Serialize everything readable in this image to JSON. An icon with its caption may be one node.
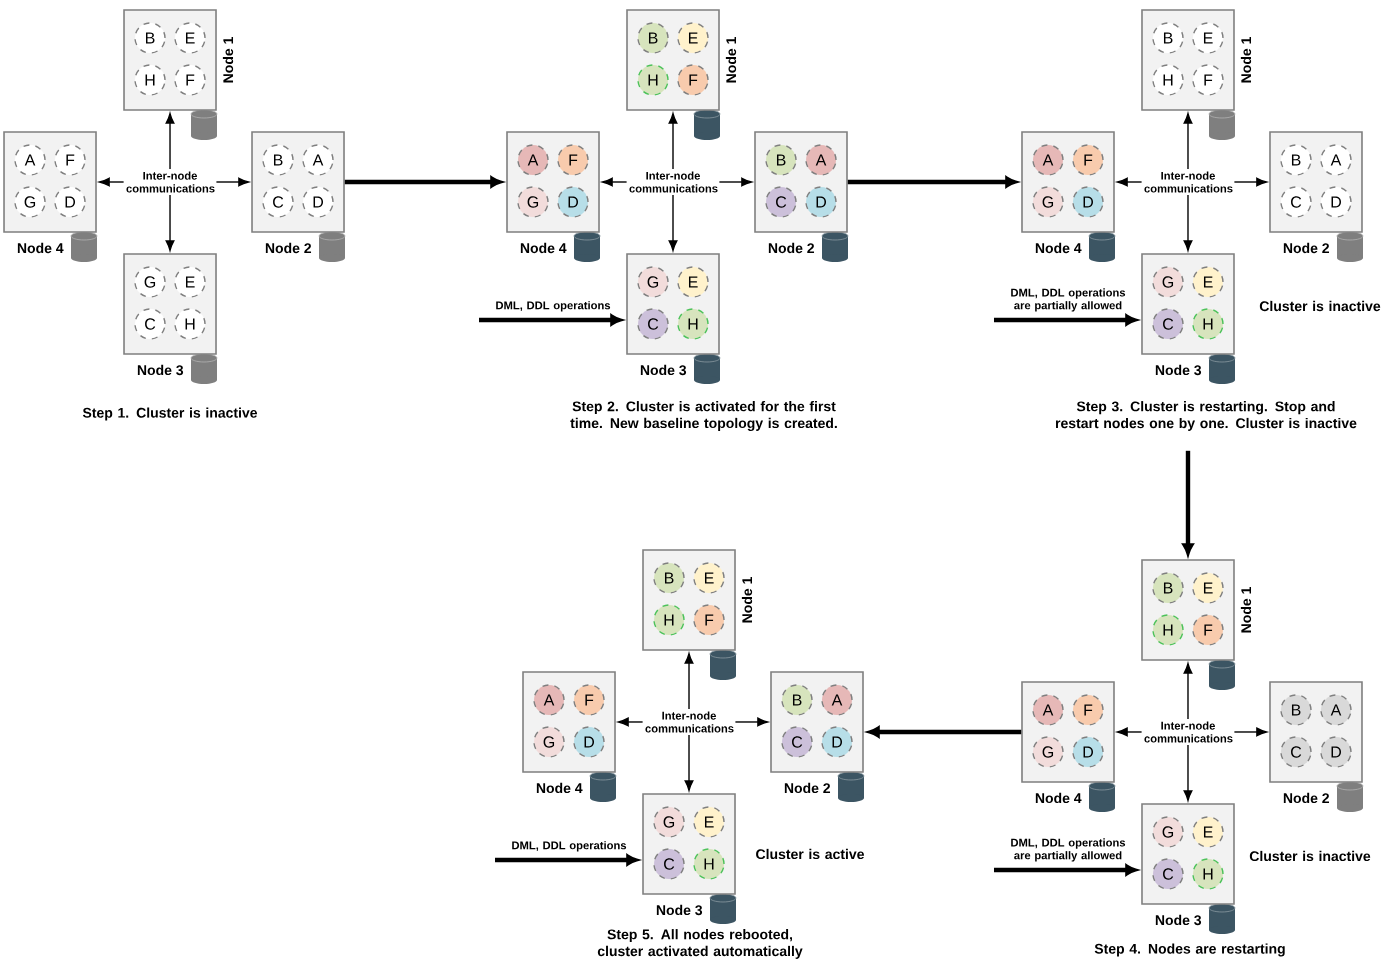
{
  "diagram": {
    "nodes": [
      {
        "text": [
          "Node 1"
        ]
      },
      {
        "text": [
          "B"
        ],
        "in": 0
      },
      {
        "text": [
          "E"
        ],
        "in": 0
      },
      {
        "text": [
          "H"
        ],
        "in": 0
      },
      {
        "text": [
          "F"
        ],
        "in": 0
      },
      {
        "text": [
          "Node 4"
        ]
      },
      {
        "text": [
          "A"
        ],
        "in": 5
      },
      {
        "text": [
          "F"
        ],
        "in": 5
      },
      {
        "text": [
          "G"
        ],
        "in": 5
      },
      {
        "text": [
          "D"
        ],
        "in": 5
      },
      {
        "text": [
          "Inter-node communications"
        ]
      },
      {
        "text": [
          "Node 2"
        ]
      },
      {
        "text": [
          "B"
        ],
        "in": 11
      },
      {
        "text": [
          "A"
        ],
        "in": 11
      },
      {
        "text": [
          "C"
        ],
        "in": 11
      },
      {
        "text": [
          "D"
        ],
        "in": 11
      },
      {
        "text": [
          "Node 3"
        ]
      },
      {
        "text": [
          "G"
        ],
        "in": 16
      },
      {
        "text": [
          "E"
        ],
        "in": 16
      },
      {
        "text": [
          "C"
        ],
        "in": 16
      },
      {
        "text": [
          "H"
        ],
        "in": 16
      },
      {
        "text": [
          "Node 1"
        ]
      },
      {
        "text": [
          "B"
        ],
        "in": 21
      },
      {
        "text": [
          "E"
        ],
        "in": 21
      },
      {
        "text": [
          "H"
        ],
        "in": 21
      },
      {
        "text": [
          "F"
        ],
        "in": 21
      },
      {
        "text": [
          "Node 4"
        ]
      },
      {
        "text": [
          "A"
        ],
        "in": 26
      },
      {
        "text": [
          "F"
        ],
        "in": 26
      },
      {
        "text": [
          "G"
        ],
        "in": 26
      },
      {
        "text": [
          "D"
        ],
        "in": 26
      },
      {
        "text": [
          "Inter-node communications"
        ]
      },
      {
        "text": [
          "Node 2"
        ]
      },
      {
        "text": [
          "B"
        ],
        "in": 32
      },
      {
        "text": [
          "A"
        ],
        "in": 32
      },
      {
        "text": [
          "C"
        ],
        "in": 32
      },
      {
        "text": [
          "D"
        ],
        "in": 32
      },
      {
        "text": [
          "Node 3"
        ]
      },
      {
        "text": [
          "G"
        ],
        "in": 37
      },
      {
        "text": [
          "E"
        ],
        "in": 37
      },
      {
        "text": [
          "C"
        ],
        "in": 37
      },
      {
        "text": [
          "H"
        ],
        "in": 37
      },
      {
        "text": [
          "Node 1"
        ]
      },
      {
        "text": [
          "B"
        ],
        "in": 42
      },
      {
        "text": [
          "E"
        ],
        "in": 42
      },
      {
        "text": [
          "H"
        ],
        "in": 42
      },
      {
        "text": [
          "F"
        ],
        "in": 42
      },
      {
        "text": [
          "Node 4"
        ]
      },
      {
        "text": [
          "A"
        ],
        "in": 47
      },
      {
        "text": [
          "F"
        ],
        "in": 47
      },
      {
        "text": [
          "G"
        ],
        "in": 47
      },
      {
        "text": [
          "D"
        ],
        "in": 47
      },
      {
        "text": [
          "Inter-node communications"
        ]
      },
      {
        "text": [
          "Node 2"
        ]
      },
      {
        "text": [
          "B"
        ],
        "in": 53
      },
      {
        "text": [
          "A"
        ],
        "in": 53
      },
      {
        "text": [
          "C"
        ],
        "in": 53
      },
      {
        "text": [
          "D"
        ],
        "in": 53
      },
      {
        "text": [
          "Node 3"
        ]
      },
      {
        "text": [
          "G"
        ],
        "in": 58
      },
      {
        "text": [
          "E"
        ],
        "in": 58
      },
      {
        "text": [
          "C"
        ],
        "in": 58
      },
      {
        "text": [
          "H"
        ],
        "in": 58
      },
      {
        "text": [
          "Node 1"
        ]
      },
      {
        "text": [
          "B"
        ],
        "in": 63
      },
      {
        "text": [
          "E"
        ],
        "in": 63
      },
      {
        "text": [
          "H"
        ],
        "in": 63
      },
      {
        "text": [
          "F"
        ],
        "in": 63
      },
      {
        "text": [
          "Node 4"
        ]
      },
      {
        "text": [
          "A"
        ],
        "in": 68
      },
      {
        "text": [
          "F"
        ],
        "in": 68
      },
      {
        "text": [
          "G"
        ],
        "in": 68
      },
      {
        "text": [
          "D"
        ],
        "in": 68
      },
      {
        "text": [
          "Inter-node communications"
        ]
      },
      {
        "text": [
          "Node 2"
        ]
      },
      {
        "text": [
          "B"
        ],
        "in": 74
      },
      {
        "text": [
          "A"
        ],
        "in": 74
      },
      {
        "text": [
          "C"
        ],
        "in": 74
      },
      {
        "text": [
          "D"
        ],
        "in": 74
      },
      {
        "text": [
          "Node 3"
        ]
      },
      {
        "text": [
          "G"
        ],
        "in": 79
      },
      {
        "text": [
          "E"
        ],
        "in": 79
      },
      {
        "text": [
          "C"
        ],
        "in": 79
      },
      {
        "text": [
          "H"
        ],
        "in": 79
      },
      {
        "text": [
          "Node 1"
        ]
      },
      {
        "text": [
          "B"
        ],
        "in": 84
      },
      {
        "text": [
          "E"
        ],
        "in": 84
      },
      {
        "text": [
          "H"
        ],
        "in": 84
      },
      {
        "text": [
          "F"
        ],
        "in": 84
      },
      {
        "text": [
          "Node 4"
        ]
      },
      {
        "text": [
          "A"
        ],
        "in": 89
      },
      {
        "text": [
          "F"
        ],
        "in": 89
      },
      {
        "text": [
          "G"
        ],
        "in": 89
      },
      {
        "text": [
          "D"
        ],
        "in": 89
      },
      {
        "text": [
          "Inter-node communications"
        ]
      },
      {
        "text": [
          "Node 2"
        ]
      },
      {
        "text": [
          "B"
        ],
        "in": 95
      },
      {
        "text": [
          "A"
        ],
        "in": 95
      },
      {
        "text": [
          "C"
        ],
        "in": 95
      },
      {
        "text": [
          "D"
        ],
        "in": 95
      },
      {
        "text": [
          "Node 3"
        ]
      },
      {
        "text": [
          "G"
        ],
        "in": 100
      },
      {
        "text": [
          "E"
        ],
        "in": 100
      },
      {
        "text": [
          "C"
        ],
        "in": 100
      },
      {
        "text": [
          "H"
        ],
        "in": 100
      }
    ],
    "edges": [
      {
        "from": 10,
        "to": 0,
        "arrow": "to"
      },
      {
        "from": 10,
        "to": 5,
        "arrow": "to"
      },
      {
        "from": 10,
        "to": 11,
        "arrow": "to"
      },
      {
        "from": 10,
        "to": 16,
        "arrow": "to"
      },
      {
        "from": 11,
        "to": 26,
        "arrow": "to",
        "style": "thick"
      },
      {
        "from": 31,
        "to": 21,
        "arrow": "to"
      },
      {
        "from": 31,
        "to": 26,
        "arrow": "to"
      },
      {
        "from": 31,
        "to": 32,
        "arrow": "to"
      },
      {
        "from": 31,
        "to": 37,
        "arrow": "to"
      },
      {
        "from": null,
        "to": 37,
        "arrow": "to",
        "label": "DML, DDL operations",
        "style": "thick"
      },
      {
        "from": 32,
        "to": 47,
        "arrow": "to",
        "style": "thick"
      },
      {
        "from": 52,
        "to": 42,
        "arrow": "to"
      },
      {
        "from": 52,
        "to": 47,
        "arrow": "to"
      },
      {
        "from": 52,
        "to": 53,
        "arrow": "to"
      },
      {
        "from": 52,
        "to": 58,
        "arrow": "to"
      },
      {
        "from": null,
        "to": 58,
        "arrow": "to",
        "label": "DML, DDL operations are partially allowed",
        "style": "thick"
      },
      {
        "from": 58,
        "to": 63,
        "arrow": "to",
        "style": "thick"
      },
      {
        "from": 73,
        "to": 63,
        "arrow": "to"
      },
      {
        "from": 73,
        "to": 68,
        "arrow": "to"
      },
      {
        "from": 73,
        "to": 74,
        "arrow": "to"
      },
      {
        "from": 73,
        "to": 79,
        "arrow": "to"
      },
      {
        "from": null,
        "to": 79,
        "arrow": "to",
        "label": "DML, DDL operations are partially allowed",
        "style": "thick"
      },
      {
        "from": 68,
        "to": 95,
        "arrow": "to",
        "style": "thick"
      },
      {
        "from": 94,
        "to": 84,
        "arrow": "to"
      },
      {
        "from": 94,
        "to": 89,
        "arrow": "to"
      },
      {
        "from": 94,
        "to": 95,
        "arrow": "to"
      },
      {
        "from": 94,
        "to": 100,
        "arrow": "to"
      },
      {
        "from": null,
        "to": 100,
        "arrow": "to",
        "label": "DML, DDL operations",
        "style": "thick"
      }
    ],
    "labels": [
      "Step 1. Cluster is inactive",
      "Step 2. Cluster is activated for the first time. New baseline topology is created.",
      "Cluster is inactive",
      "Step 3. Cluster is restarting. Stop and restart nodes one by one. Cluster is inactive",
      "Cluster is active",
      "Cluster is inactive",
      "Step 5. All nodes rebooted, cluster activated automatically",
      "Step 4. Nodes are restarting"
    ]
  }
}
